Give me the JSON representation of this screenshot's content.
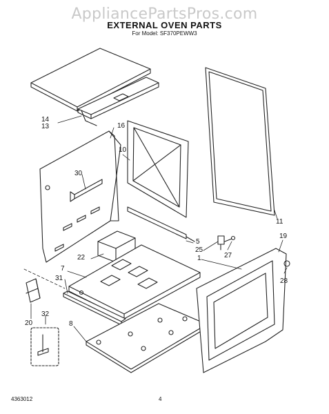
{
  "watermark": "AppliancePartsPros.com",
  "title": "EXTERNAL OVEN PARTS",
  "model_line": "For Model: SF370PEWW3",
  "callouts": [
    "14",
    "13",
    "16",
    "10",
    "30",
    "11",
    "5",
    "25",
    "27",
    "19",
    "22",
    "7",
    "31",
    "1",
    "28",
    "20",
    "32",
    "8"
  ],
  "footer": {
    "doc_number": "4363012",
    "page_number": "4"
  }
}
